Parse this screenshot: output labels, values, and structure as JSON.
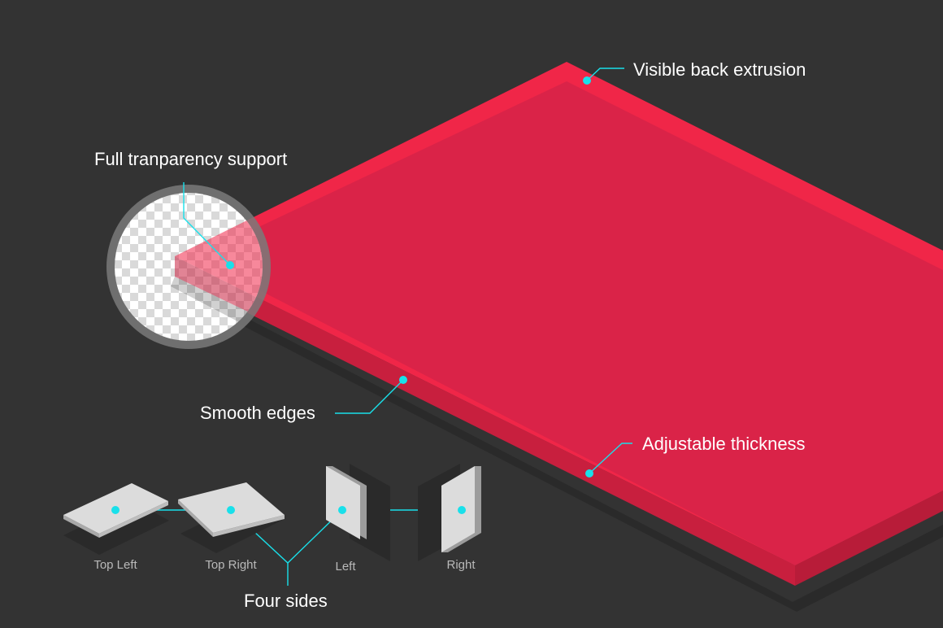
{
  "colors": {
    "background": "#333333",
    "panel_top": "#da2348",
    "panel_rim": "#f02648",
    "panel_side_front": "#c81f3e",
    "panel_side_right": "#b81c39",
    "leader_line": "#19e0ea",
    "callout_text": "#ffffff",
    "side_label_text": "#b9b9b9",
    "mini_panel": "#dcdcdc"
  },
  "callouts": {
    "back_extrusion": "Visible back extrusion",
    "transparency": "Full tranparency support",
    "smooth_edges": "Smooth edges",
    "thickness": "Adjustable thickness",
    "four_sides": "Four sides"
  },
  "sides": {
    "top_left": "Top Left",
    "top_right": "Top Right",
    "left": "Left",
    "right": "Right"
  }
}
